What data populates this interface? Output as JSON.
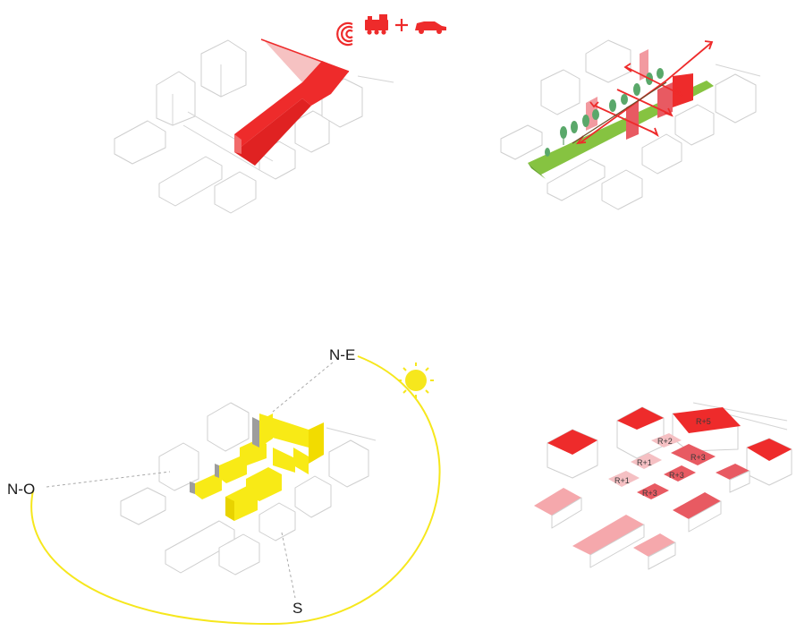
{
  "colors": {
    "accent_red": "#ee2b2b",
    "light_red": "#f5a8ac",
    "mid_red": "#e85a62",
    "park_green": "#86c341",
    "tree_green": "#5aa86a",
    "sun_yellow": "#f6e71d",
    "volume_yellow": "#f8ea16",
    "line_gray": "#cfcfcf"
  },
  "icons": [
    "signal-icon",
    "train-icon",
    "plus-icon",
    "car-icon"
  ],
  "orientation": {
    "labels": {
      "ne": "N-E",
      "no": "N-O",
      "s": "S"
    }
  },
  "heights": {
    "labels": [
      "R+5",
      "R+2",
      "R+1",
      "R+1",
      "R+3",
      "R+3",
      "R+3"
    ]
  }
}
